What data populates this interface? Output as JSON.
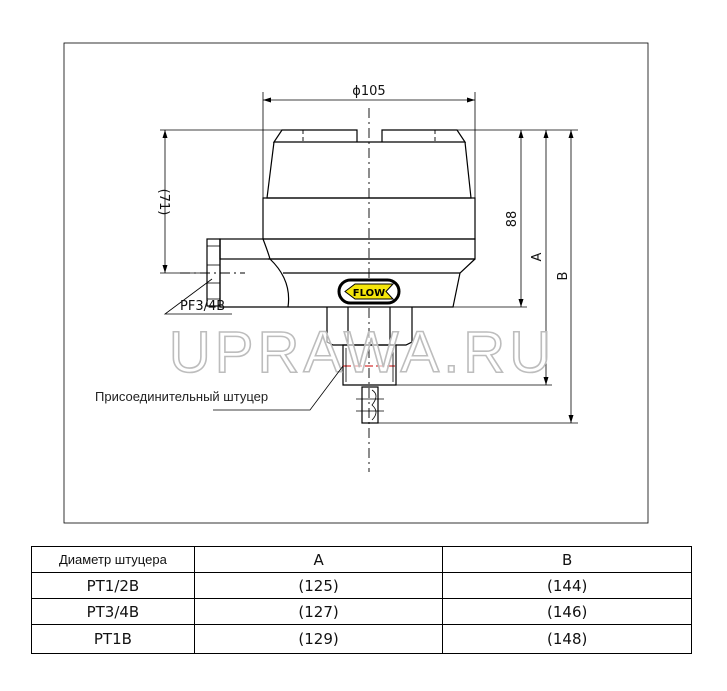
{
  "drawing": {
    "dim_diameter": "ϕ105",
    "dim_71": "(71)",
    "dim_88": "88",
    "dim_A": "A",
    "dim_B": "B",
    "port_label": "PF3/4B",
    "flow_label": "FLOW",
    "connection_label": "Присоединительный штуцер",
    "watermark": "UPRAWA.RU",
    "flow_color": "#f5e60a"
  },
  "table": {
    "headers": [
      "Диаметр штуцера",
      "A",
      "B"
    ],
    "rows": [
      [
        "PT1/2B",
        "(125)",
        "(144)"
      ],
      [
        "PT3/4B",
        "(127)",
        "(146)"
      ],
      [
        "PT1B",
        "(129)",
        "(148)"
      ]
    ]
  }
}
